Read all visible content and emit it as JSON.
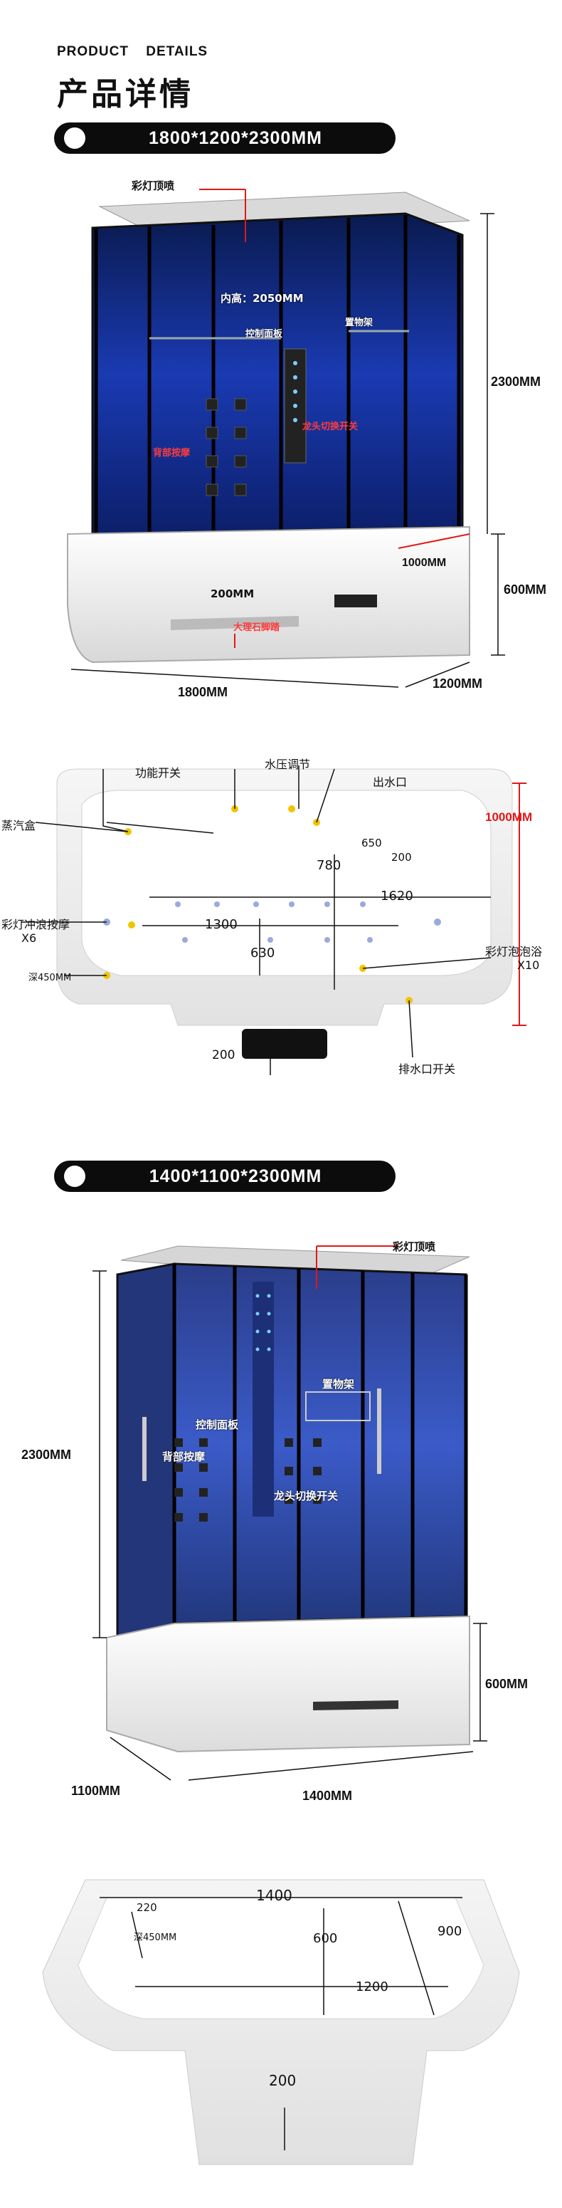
{
  "header": {
    "product": "PRODUCT",
    "details": "DETAILS",
    "title_cn": "产品详情"
  },
  "model1": {
    "size": "1800*1200*2300MM",
    "labels": {
      "top_light": "彩灯顶喷",
      "inner_height": "内高：2050MM",
      "shelf": "置物架",
      "control_panel": "控制面板",
      "back_massage": "背部按摩",
      "faucet_switch": "龙头切换开关",
      "step": "大理石脚踏",
      "step_height": "200MM"
    },
    "dims": {
      "height": "2300MM",
      "tray_height": "600MM",
      "depth_mid": "1000MM",
      "width": "1800MM",
      "depth": "1200MM"
    }
  },
  "tub1": {
    "labels": {
      "function_switch": "功能开关",
      "pressure": "水压调节",
      "outlet": "出水口",
      "steam_box": "蒸汽盒",
      "surf_massage": "彩灯冲浪按摩",
      "surf_count": "X6",
      "depth": "深450MM",
      "bubble_bath": "彩灯泡泡浴",
      "bubble_count": "X10",
      "drain_switch": "排水口开关"
    },
    "dims": {
      "d1000": "1000MM",
      "d650": "650",
      "d200a": "200",
      "d780": "780",
      "d1620": "1620",
      "d1300": "1300",
      "d630": "630",
      "d200b": "200"
    }
  },
  "model2": {
    "size": "1400*1100*2300MM",
    "labels": {
      "top_light": "彩灯顶喷",
      "shelf": "置物架",
      "control_panel": "控制面板",
      "back_massage": "背部按摩",
      "faucet_switch": "龙头切换开关"
    },
    "dims": {
      "height": "2300MM",
      "tray_height": "600MM",
      "depth": "1100MM",
      "width": "1400MM"
    }
  },
  "tub2": {
    "dims": {
      "d1400": "1400",
      "d220": "220",
      "depth": "深450MM",
      "d600": "600",
      "d900": "900",
      "d1200": "1200",
      "d200": "200"
    }
  },
  "colors": {
    "accent_red": "#e01818",
    "glass_blue": "#1d3fb8",
    "frame_black": "#111111",
    "tray_white": "#f2f2f2"
  }
}
